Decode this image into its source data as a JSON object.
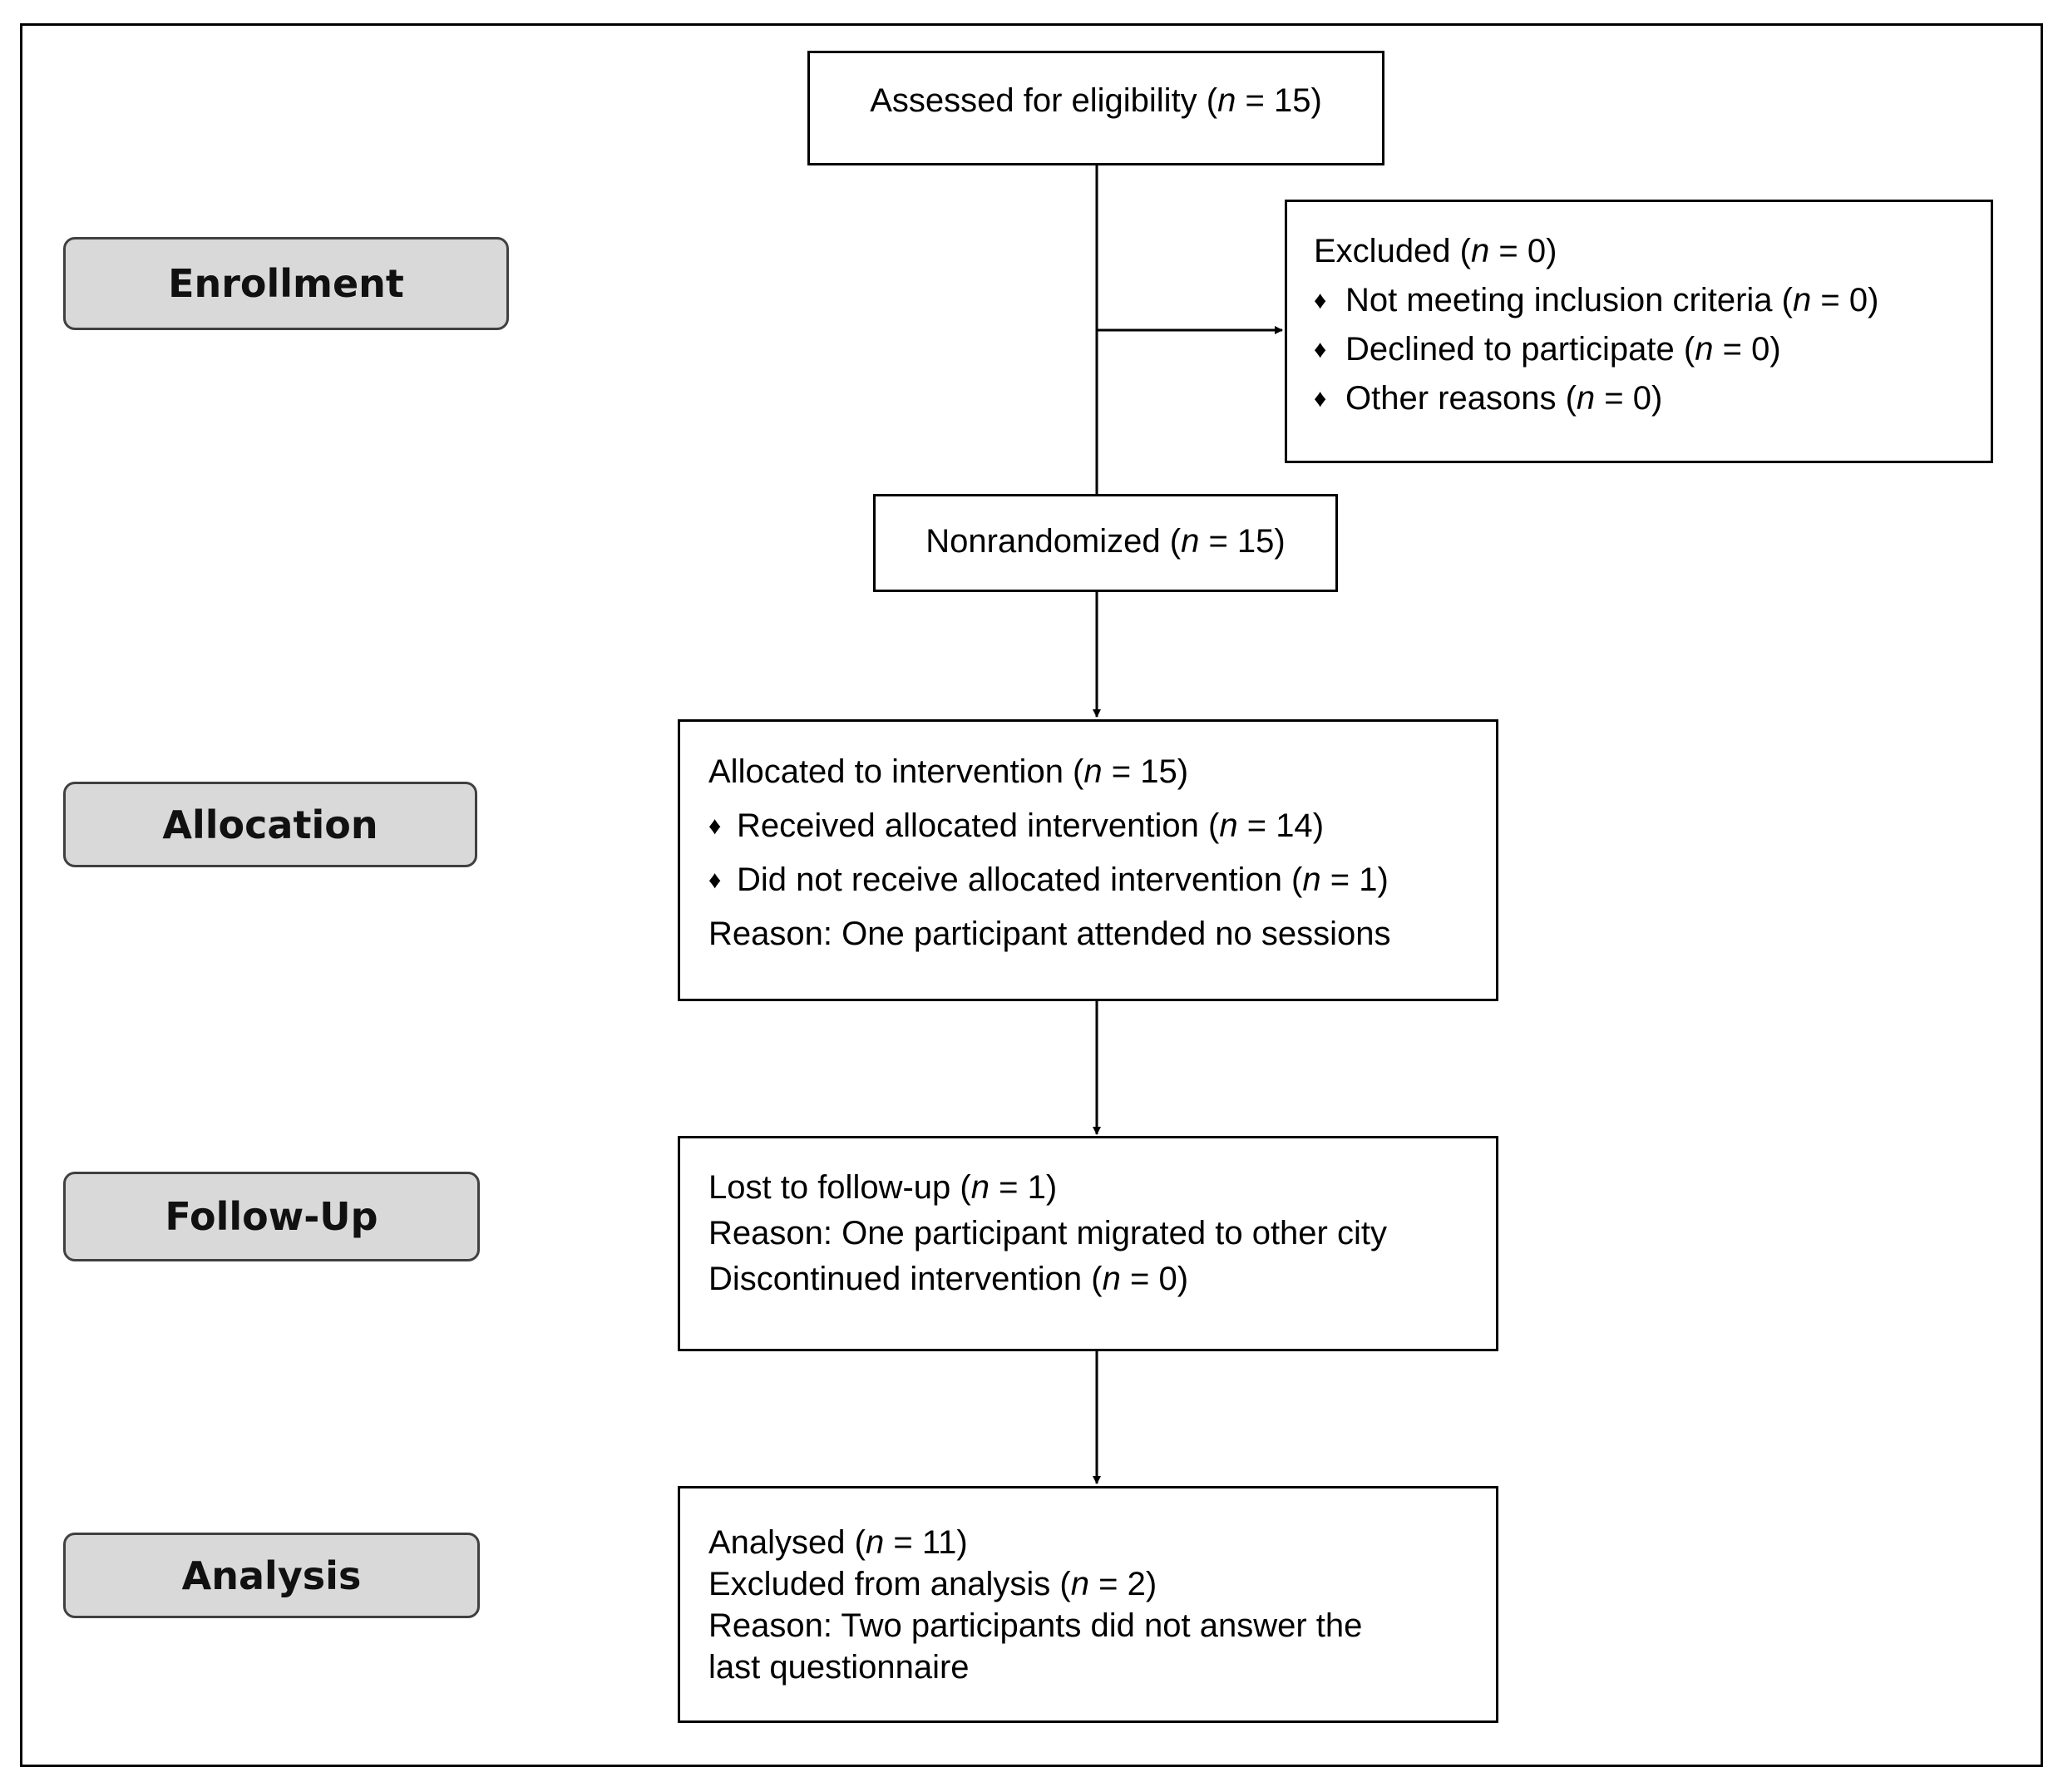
{
  "stages": {
    "enrollment": "Enrollment",
    "allocation": "Allocation",
    "follow_up": "Follow-Up",
    "analysis": "Analysis"
  },
  "assessed": {
    "text": "Assessed  for eligibility",
    "n": "15"
  },
  "excluded": {
    "title": "Excluded",
    "n": "0",
    "items": [
      {
        "text": "Not meeting inclusion  criteria",
        "n": "0"
      },
      {
        "text": "Declined to participate",
        "n": "0"
      },
      {
        "text": "Other reasons",
        "n": "0"
      }
    ]
  },
  "nonrandomized": {
    "text": "Nonrandomized",
    "n": "15"
  },
  "allocation_box": {
    "title": "Allocated to intervention",
    "n": "15",
    "items": [
      {
        "text": "Received allocated  intervention",
        "n": "14"
      },
      {
        "text": "Did not receive allocated intervention",
        "n": "1"
      }
    ],
    "reason": "Reason: One participant attended no sessions"
  },
  "followup_box": {
    "lost": "Lost to follow-up",
    "lost_n": "1",
    "reason": "Reason: One participant migrated to other city",
    "discontinued": "Discontinued  intervention",
    "discontinued_n": "0"
  },
  "analysis_box": {
    "analysed": "Analysed",
    "analysed_n": "11",
    "excluded": "Excluded from analysis",
    "excluded_n": "2",
    "reason_line1": "Reason: Two participants did not answer the",
    "reason_line2": "last questionnaire"
  },
  "symbols": {
    "bullet": "♦",
    "n_var": "n",
    "eq": " = "
  }
}
